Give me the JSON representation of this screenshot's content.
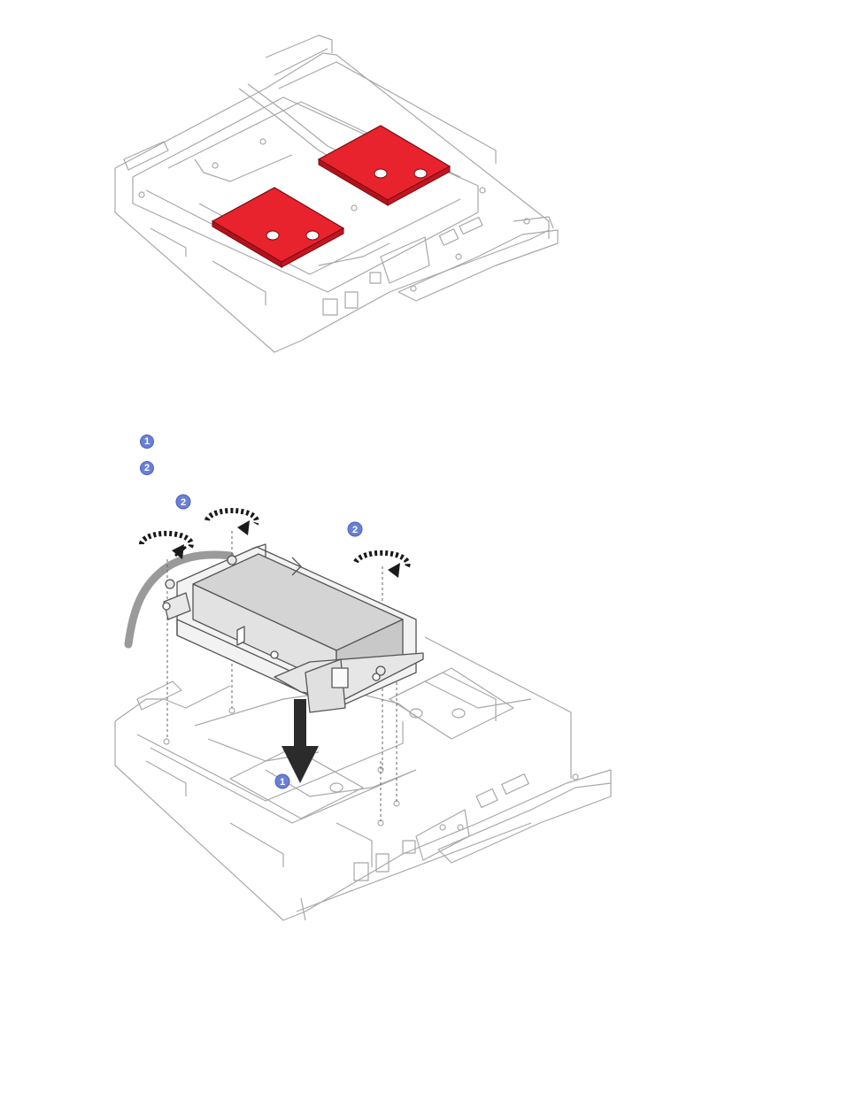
{
  "callouts": {
    "one": "1",
    "two": "2"
  },
  "steps": [
    {
      "num": "1",
      "text": ""
    },
    {
      "num": "2",
      "text": ""
    }
  ],
  "colors": {
    "pad_red": "#e8232e",
    "callout_blue": "#6a7fd6",
    "line_gray": "#b0b0b0",
    "hose_gray": "#9a9a9a",
    "arrow_dark": "#2b2b2b"
  }
}
